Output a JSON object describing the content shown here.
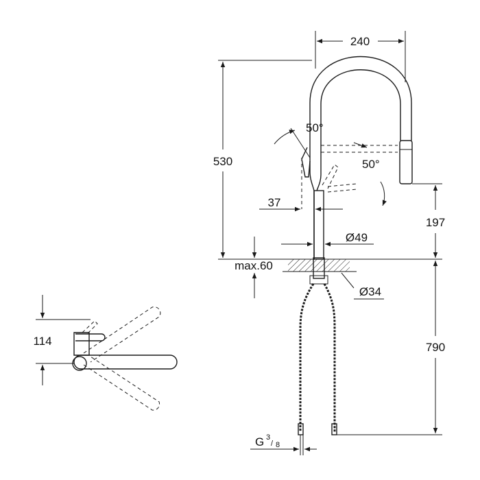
{
  "dimensions": {
    "spout_width": "240",
    "total_height": "530",
    "outlet_height": "197",
    "lever_offset": "37",
    "body_diameter": "Ø49",
    "hole_diameter": "Ø34",
    "deck_max": "max.60",
    "hose_length": "790",
    "lever_height": "114",
    "thread": "G",
    "thread_num": "3",
    "thread_den": "8",
    "angle_lever": "50°",
    "angle_spout": "50°"
  }
}
